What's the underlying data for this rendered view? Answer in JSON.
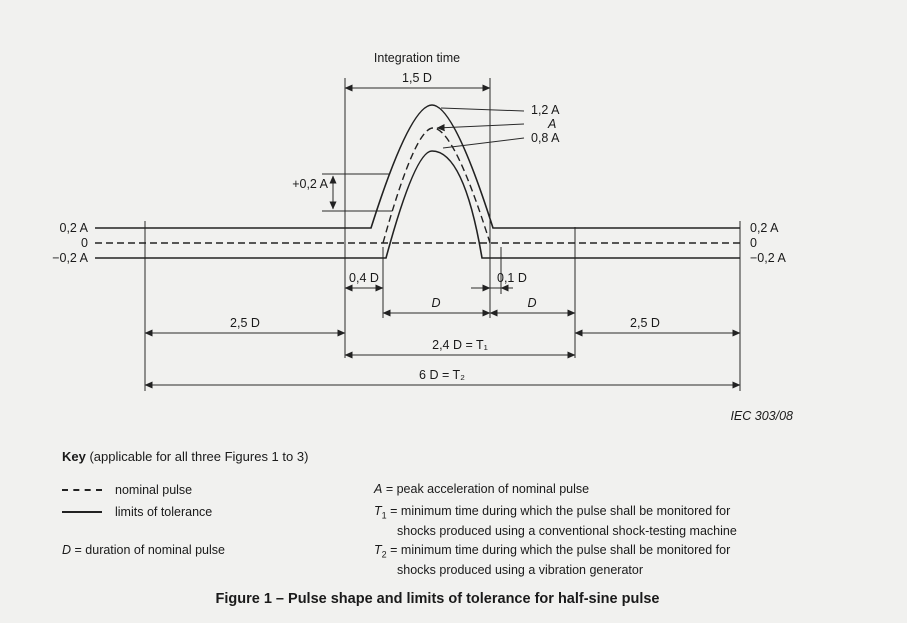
{
  "iec_note": "IEC  303/08",
  "figure_caption": "Figure 1 – Pulse shape and limits of tolerance for half-sine pulse",
  "diagram": {
    "labels": {
      "integration_time": "Integration time",
      "dim_1_5d": "1,5 D",
      "peak_upper": "1,2 A",
      "peak_nominal": "A",
      "peak_lower": "0,8 A",
      "tol_plus": "+0,2 A",
      "level_left_upper": "0,2 A",
      "level_left_zero": "0",
      "level_left_lower": "−0,2 A",
      "level_right_upper": "0,2 A",
      "level_right_zero": "0",
      "level_right_lower": "−0,2 A",
      "dim_0_4d": "0,4 D",
      "dim_0_1d": "0,1 D",
      "dim_d_left": "D",
      "dim_d_right": "D",
      "dim_2_5d_left": "2,5 D",
      "dim_2_5d_right": "2,5 D",
      "dim_t1": "2,4 D = T₁",
      "dim_t2": "6 D = T₂"
    }
  },
  "key": {
    "heading_bold": "Key",
    "heading_rest": " (applicable for all three Figures 1 to 3)",
    "nominal_pulse_label": "nominal pulse",
    "tolerance_label": "limits of tolerance",
    "d_var": "D",
    "d_text": "= duration of nominal pulse",
    "a_var": "A",
    "a_text": "= peak acceleration of nominal pulse",
    "t1_var": "T",
    "t1_sub": "1",
    "t1_line1": "= minimum time during which the pulse shall be monitored for",
    "t1_line2": "shocks produced using a conventional shock-testing machine",
    "t2_var": "T",
    "t2_sub": "2",
    "t2_line1": "= minimum time during which the pulse shall be monitored for",
    "t2_line2": "shocks produced using a vibration generator"
  }
}
